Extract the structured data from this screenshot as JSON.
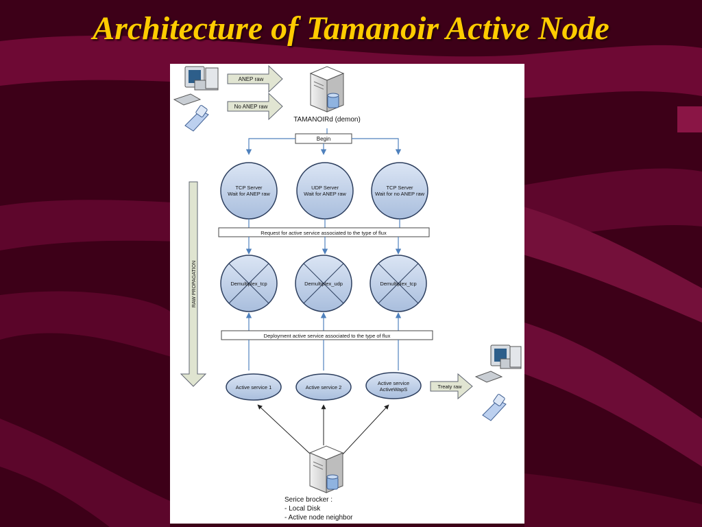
{
  "slide": {
    "title": "Architecture of Tamanoir Active Node"
  },
  "diagram": {
    "anep_raw_label": "ANEP raw",
    "no_anep_raw_label": "No ANEP raw",
    "daemon_label": "TAMANOIRd (demon)",
    "begin_label": "Begin",
    "servers": [
      {
        "line1": "TCP Server",
        "line2": "Wait for ANEP raw"
      },
      {
        "line1": "UDP Server",
        "line2": "Wait for ANEP raw"
      },
      {
        "line1": "TCP Server",
        "line2": "Wait for no ANEP raw"
      }
    ],
    "request_label": "Request for active service associated to the type of flux",
    "demux": [
      "Demultiplex_tcp",
      "Demultiplex_udp",
      "Demultiplex_tcp"
    ],
    "deployment_label": "Deployment active service associated to the type of flux",
    "services": [
      {
        "line1": "Active service 1",
        "line2": ""
      },
      {
        "line1": "Active service 2",
        "line2": ""
      },
      {
        "line1": "Active service",
        "line2": "ActiveWapS"
      }
    ],
    "treaty_label": "Treaty raw",
    "propagation_label": "RAW PROPAGATION",
    "broker_lines": [
      "Serice brocker :",
      "- Local Disk",
      "- Active node neighbor"
    ]
  },
  "icons": [
    "computer-icon",
    "phone-icon",
    "server-icon"
  ],
  "colors": {
    "title": "#ffcc00",
    "background": "#3d0018",
    "wave": "#6e0934",
    "node_fill": "#c4d3ea",
    "node_stroke": "#2c3e5e",
    "arrow_blue": "#4f81bd",
    "propagation_arrow": "#dfe4d0"
  }
}
